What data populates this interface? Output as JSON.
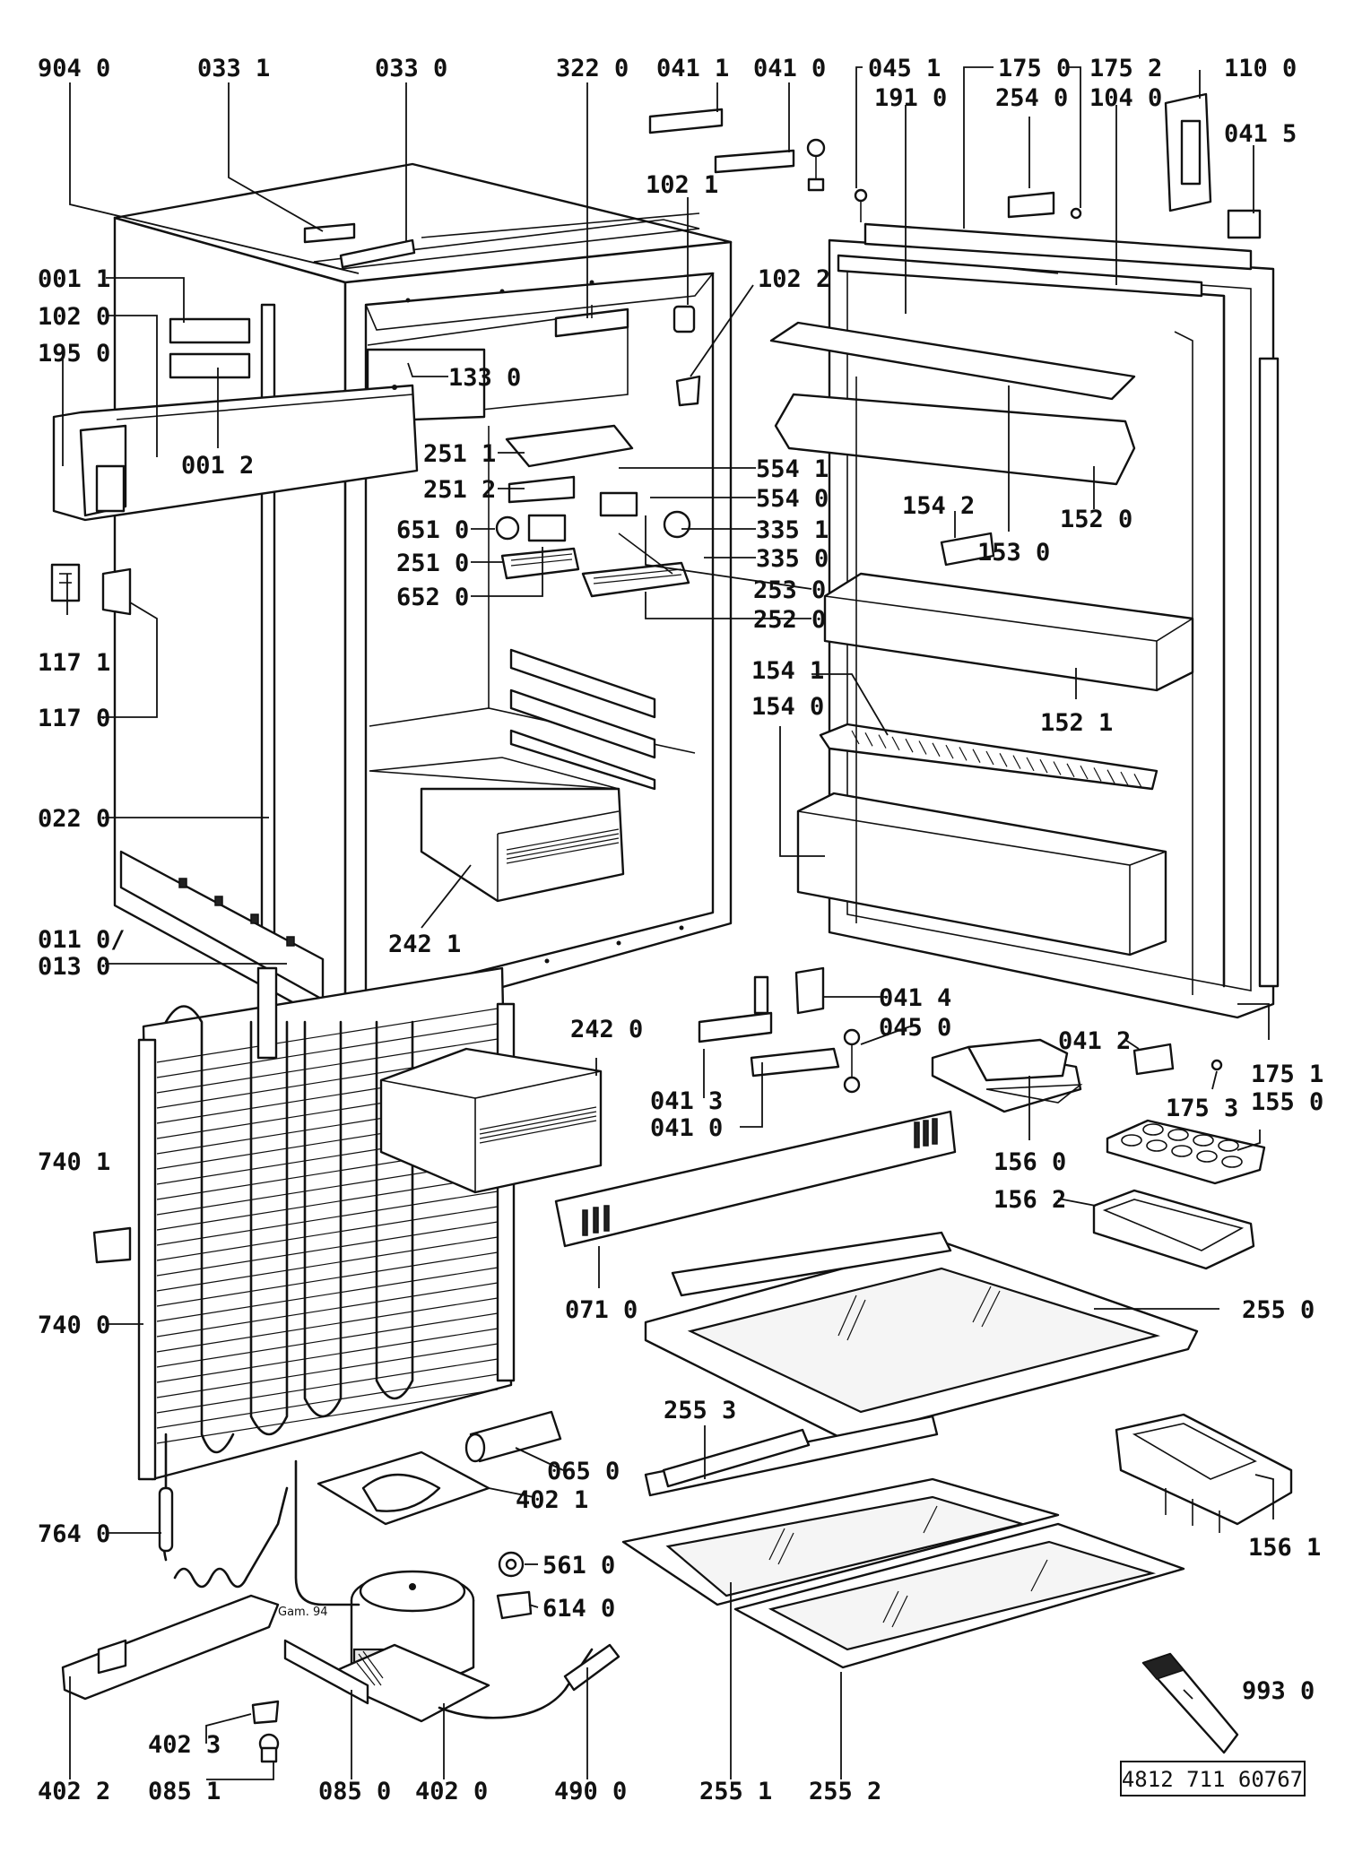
{
  "document_number": "4812 711 60767",
  "handwritten_note": "Gam. 94",
  "part_labels": [
    {
      "id": "904",
      "variant": "0"
    },
    {
      "id": "033",
      "variant": "1"
    },
    {
      "id": "033",
      "variant": "0"
    },
    {
      "id": "322",
      "variant": "0"
    },
    {
      "id": "041",
      "variant": "1"
    },
    {
      "id": "041",
      "variant": "0"
    },
    {
      "id": "045",
      "variant": "1"
    },
    {
      "id": "175",
      "variant": "0"
    },
    {
      "id": "175",
      "variant": "2"
    },
    {
      "id": "110",
      "variant": "0"
    },
    {
      "id": "191",
      "variant": "0"
    },
    {
      "id": "254",
      "variant": "0"
    },
    {
      "id": "104",
      "variant": "0"
    },
    {
      "id": "041",
      "variant": "5"
    },
    {
      "id": "102",
      "variant": "1"
    },
    {
      "id": "102",
      "variant": "2"
    },
    {
      "id": "001",
      "variant": "1"
    },
    {
      "id": "102",
      "variant": "0"
    },
    {
      "id": "195",
      "variant": "0"
    },
    {
      "id": "133",
      "variant": "0"
    },
    {
      "id": "001",
      "variant": "2"
    },
    {
      "id": "251",
      "variant": "1"
    },
    {
      "id": "554",
      "variant": "1"
    },
    {
      "id": "251",
      "variant": "2"
    },
    {
      "id": "554",
      "variant": "0"
    },
    {
      "id": "651",
      "variant": "0"
    },
    {
      "id": "335",
      "variant": "1"
    },
    {
      "id": "154",
      "variant": "2"
    },
    {
      "id": "152",
      "variant": "0"
    },
    {
      "id": "251",
      "variant": "0"
    },
    {
      "id": "335",
      "variant": "0"
    },
    {
      "id": "153",
      "variant": "0"
    },
    {
      "id": "652",
      "variant": "0"
    },
    {
      "id": "253",
      "variant": "0"
    },
    {
      "id": "252",
      "variant": "0"
    },
    {
      "id": "117",
      "variant": "1"
    },
    {
      "id": "117",
      "variant": "0"
    },
    {
      "id": "154",
      "variant": "1"
    },
    {
      "id": "154",
      "variant": "0"
    },
    {
      "id": "152",
      "variant": "1"
    },
    {
      "id": "022",
      "variant": "0"
    },
    {
      "id": "242",
      "variant": "1"
    },
    {
      "id": "011",
      "variant": "0/"
    },
    {
      "id": "013",
      "variant": "0"
    },
    {
      "id": "041",
      "variant": "4"
    },
    {
      "id": "045",
      "variant": "0"
    },
    {
      "id": "242",
      "variant": "0"
    },
    {
      "id": "041",
      "variant": "2"
    },
    {
      "id": "175",
      "variant": "1"
    },
    {
      "id": "175",
      "variant": "3"
    },
    {
      "id": "155",
      "variant": "0"
    },
    {
      "id": "041",
      "variant": "3"
    },
    {
      "id": "041",
      "variant": "0"
    },
    {
      "id": "156",
      "variant": "0"
    },
    {
      "id": "740",
      "variant": "1"
    },
    {
      "id": "156",
      "variant": "2"
    },
    {
      "id": "071",
      "variant": "0"
    },
    {
      "id": "255",
      "variant": "0"
    },
    {
      "id": "740",
      "variant": "0"
    },
    {
      "id": "255",
      "variant": "3"
    },
    {
      "id": "065",
      "variant": "0"
    },
    {
      "id": "402",
      "variant": "1"
    },
    {
      "id": "156",
      "variant": "1"
    },
    {
      "id": "764",
      "variant": "0"
    },
    {
      "id": "561",
      "variant": "0"
    },
    {
      "id": "614",
      "variant": "0"
    },
    {
      "id": "993",
      "variant": "0"
    },
    {
      "id": "402",
      "variant": "3"
    },
    {
      "id": "402",
      "variant": "2"
    },
    {
      "id": "085",
      "variant": "1"
    },
    {
      "id": "085",
      "variant": "0"
    },
    {
      "id": "402",
      "variant": "0"
    },
    {
      "id": "490",
      "variant": "0"
    },
    {
      "id": "255",
      "variant": "1"
    },
    {
      "id": "255",
      "variant": "2"
    }
  ]
}
